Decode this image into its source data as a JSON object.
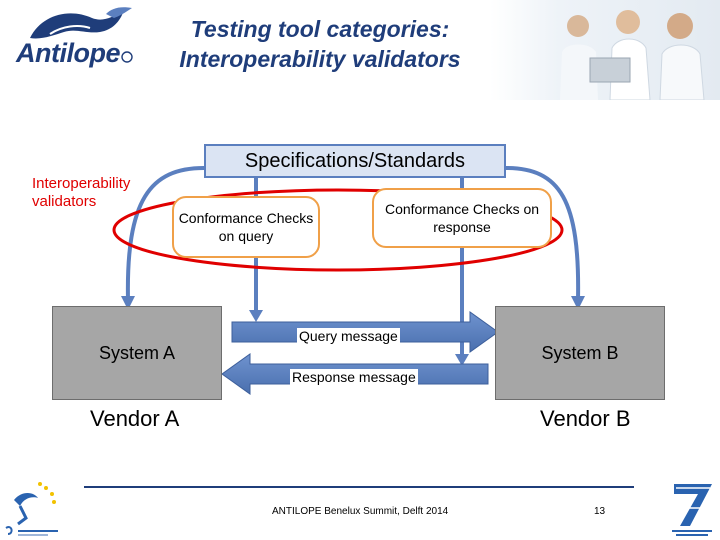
{
  "header": {
    "logo_text": "Antilope",
    "title_line1": "Testing tool categories:",
    "title_line2": "Interoperability validators"
  },
  "diagram": {
    "specifications": "Specifications/Standards",
    "validators_label": "Interoperability validators",
    "check_query": "Conformance Checks on query",
    "check_response": "Conformance Checks on response",
    "system_a": "System A",
    "system_b": "System B",
    "query_message": "Query message",
    "response_message": "Response message",
    "vendor_a": "Vendor A",
    "vendor_b": "Vendor B"
  },
  "footer": {
    "text": "ANTILOPE Benelux Summit, Delft 2014",
    "page_number": "13"
  },
  "colors": {
    "title": "#1f3d7a",
    "highlight_ellipse": "#e00000",
    "arrow": "#5b7fbf",
    "system_box": "#a6a6a6",
    "check_border": "#f0a048"
  }
}
